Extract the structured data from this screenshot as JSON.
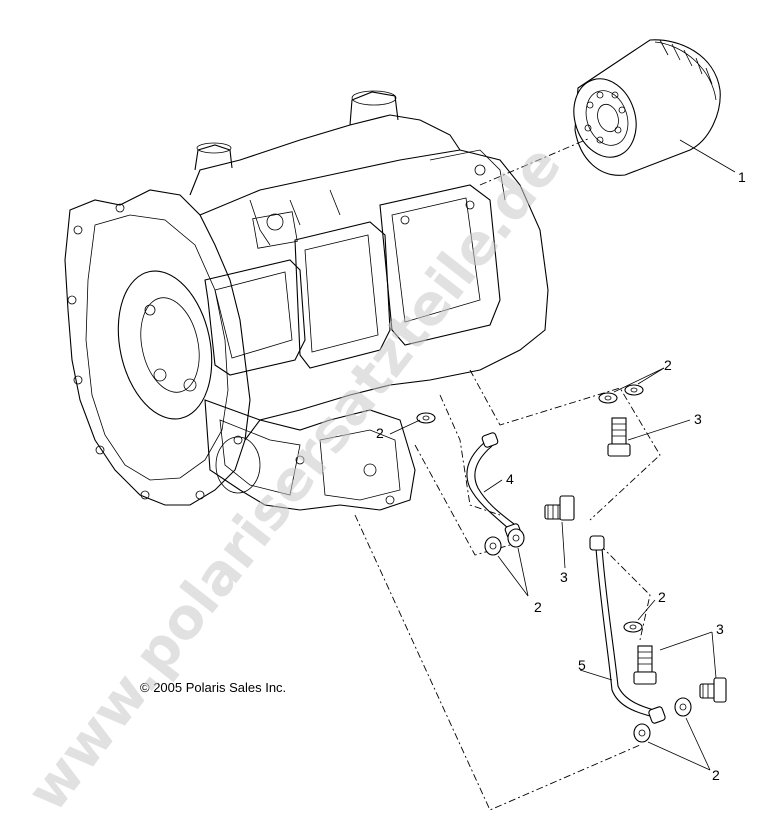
{
  "copyright": "© 2005 Polaris Sales Inc.",
  "watermark": "www.polarisersatzteile.de",
  "callouts": {
    "c1": "1",
    "c2a": "2",
    "c2b": "2",
    "c2c": "2",
    "c2d": "2",
    "c2e": "2",
    "c3a": "3",
    "c3b": "3",
    "c3c": "3",
    "c4": "4",
    "c5": "5"
  }
}
